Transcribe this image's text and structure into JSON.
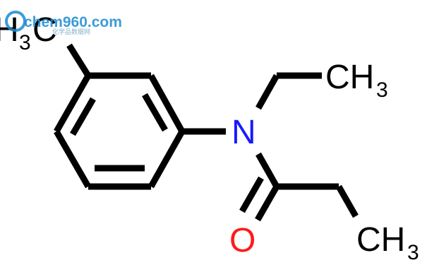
{
  "structure": {
    "atoms": {
      "methyl_h": "H",
      "methyl_sub": "3",
      "methyl_c": "C",
      "nitrogen": "N",
      "oxygen": "O",
      "ethyl_ch": "CH",
      "ethyl_sub": "3",
      "propanoyl_ch": "CH",
      "propanoyl_sub": "3"
    },
    "colors": {
      "bond": "#000000",
      "nitrogen": "#1a1aff",
      "oxygen": "#ff1a1a",
      "text": "#000000"
    }
  },
  "watermark": {
    "brand": "chem960.com",
    "tagline": "化学品数据网",
    "colors": {
      "brand": "#1a8ad1",
      "tagline": "#7aa7c7"
    }
  }
}
